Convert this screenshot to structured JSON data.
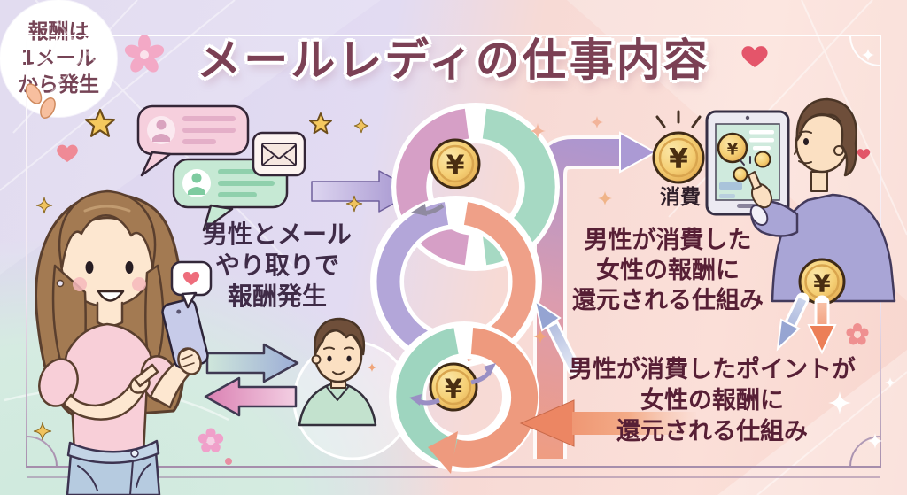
{
  "title": {
    "text": "メールレディの仕事内容"
  },
  "left_flow": {
    "note": {
      "line1": "男性とメール",
      "line2": "やり取りで",
      "line3": "報酬発生"
    }
  },
  "center_badge": {
    "line1": "報酬は",
    "line2": "1メール",
    "line3": "から発生"
  },
  "coin": {
    "symbol": "¥"
  },
  "right_flow": {
    "consumption_label": "消費",
    "upper_note": {
      "line1": "男性が消費した",
      "line2": "女性の報酬に",
      "line3": "還元される仕組み"
    },
    "lower_note": {
      "line1": "男性が消費したポイントが",
      "line2": "女性の報酬に",
      "line3": "還元される仕組み"
    }
  },
  "icons": {
    "coin": "yen-coin ¥",
    "envelope": "✉",
    "heart": "♥",
    "star": "★",
    "sparkle": "✦",
    "flower": "✿",
    "chat_bubbles": "💬",
    "smartphone": "📱",
    "tablet": "📱"
  },
  "colors": {
    "title_text": "#7b4054",
    "left_note_text": "#3f2b47",
    "right_note_text": "#571f35",
    "badge_text": "#5c2136",
    "ring_pink": "#d69fc6",
    "ring_mint": "#a6d9c3",
    "ring_lavender": "#b3a6d9",
    "ring_salmon": "#efa088",
    "coin_gold": "#f3c869",
    "bg_lilac": "#ded7ee",
    "bg_peach": "#fbdfd8",
    "bg_mint": "#cfeadd"
  }
}
